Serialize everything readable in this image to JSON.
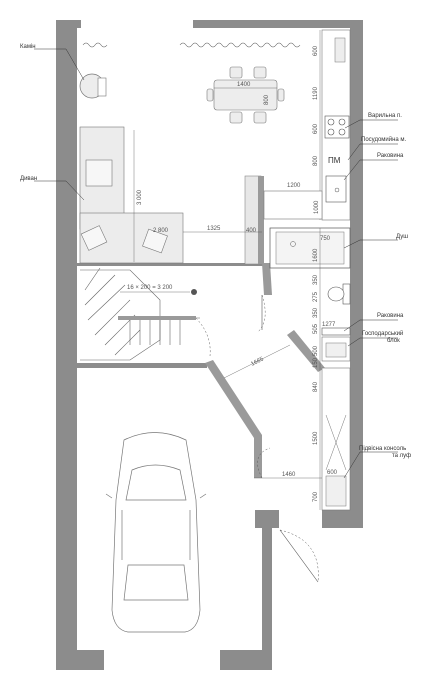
{
  "labels": {
    "fireplace": "Камін",
    "sofa": "Диван",
    "hob": "Варильна п.",
    "dishwasher": "Посудомийна м.",
    "sink_kitchen": "Раковина",
    "shower": "Душ",
    "sink_bath": "Раковина",
    "utility": "Господарський",
    "utility2": "блок",
    "console": "Підвісна консоль",
    "console2": "та луф"
  },
  "markers": {
    "dishwasher": "ПМ"
  },
  "dimensions": {
    "table_w": "1400",
    "table_h": "800",
    "sofa_h": "3 000",
    "sofa_w": "2 800",
    "span_1325": "1325",
    "span_400": "400",
    "span_1200": "1200",
    "span_1000": "1000",
    "shower_750": "750",
    "shower_1600": "1600",
    "stairs": "16 × 200 = 3 200",
    "col_600a": "600",
    "col_1190": "1190",
    "col_600b": "600",
    "col_800": "800",
    "col_350": "350",
    "col_275": "275",
    "col_350b": "350",
    "col_505": "505",
    "col_1277": "1277",
    "col_500": "500",
    "col_150": "150",
    "col_840": "840",
    "col_1500": "1500",
    "col_600c": "600",
    "span_1665": "1665",
    "span_1460": "1460",
    "col_700": "700"
  }
}
